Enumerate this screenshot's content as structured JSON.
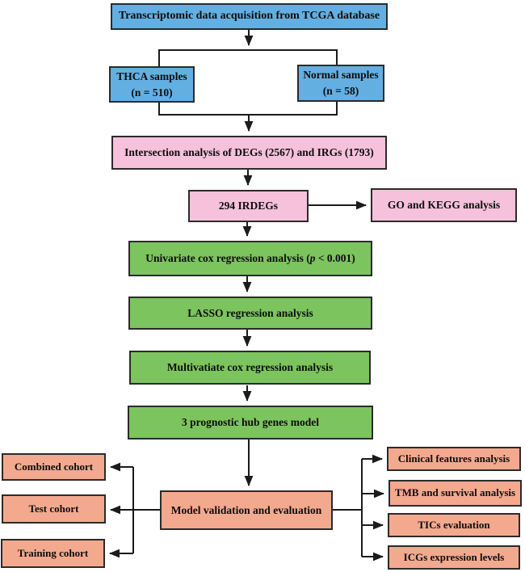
{
  "diagram": {
    "type": "flowchart",
    "colors": {
      "blue_box": "#64AFE1",
      "pink_box": "#F5C1DB",
      "green_box": "#7CC45E",
      "salmon_box": "#F3A98E",
      "line": "#1b1b1b",
      "border": "#2b2b2b",
      "background": "#ffffff"
    },
    "nodes": {
      "tcga": {
        "label": "Transcriptomic data acquisition from TCGA database"
      },
      "thca": {
        "label": "THCA  samples",
        "count": "(n = 510)"
      },
      "normal": {
        "label": "Normal samples",
        "count": "(n = 58)"
      },
      "intersection": {
        "label": "Intersection analysis  of DEGs (2567) and IRGs (1793)"
      },
      "irdegs": {
        "label": "294 IRDEGs"
      },
      "go_kegg": {
        "label": "GO and KEGG analysis"
      },
      "univariate": {
        "prefix": "Univariate cox regression analysis (",
        "pvar": "p",
        "suffix": " < 0.001)"
      },
      "lasso": {
        "label": "LASSO regression analysis"
      },
      "multivariate": {
        "label": "Multivatiate cox regression analysis"
      },
      "hub_genes": {
        "label": "3 prognostic hub genes model"
      },
      "model_validation": {
        "label": "Model validation and evaluation"
      },
      "combined_cohort": {
        "label": "Combined cohort"
      },
      "test_cohort": {
        "label": "Test cohort"
      },
      "training_cohort": {
        "label": "Training cohort"
      },
      "clinical_features": {
        "label": "Clinical features analysis"
      },
      "tmb_survival": {
        "label": "TMB and survival analysis"
      },
      "tics_evaluation": {
        "label": "TICs evaluation"
      },
      "icgs_expression": {
        "label": "ICGs expression levels"
      }
    },
    "edges": [
      "tcga -> split(thca, normal)",
      "merge(thca, normal) -> intersection",
      "intersection -> irdegs",
      "irdegs -> go_kegg",
      "irdegs -> univariate",
      "univariate -> lasso",
      "lasso -> multivariate",
      "multivariate -> hub_genes",
      "hub_genes -> model_validation",
      "model_validation -> combined_cohort",
      "model_validation -> test_cohort",
      "model_validation -> training_cohort",
      "model_validation -> clinical_features",
      "model_validation -> tmb_survival",
      "model_validation -> tics_evaluation",
      "model_validation -> icgs_expression"
    ]
  }
}
